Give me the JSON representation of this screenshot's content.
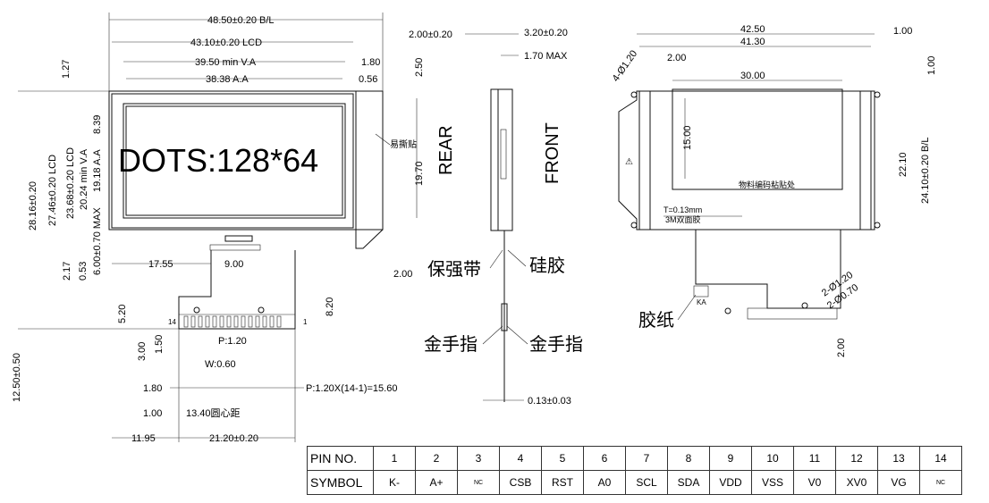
{
  "front_view": {
    "dims": {
      "bl_width": "48.50±0.20 B/L",
      "lcd_width": "43.10±0.20 LCD",
      "va_width": "39.50 min V.A",
      "aa_width": "38.38 A.A",
      "d127": "1.27",
      "d180": "1.80",
      "d250": "2.50",
      "d056": "0.56",
      "d839": "8.39",
      "d1970": "19.70",
      "h2816": "28.16±0.20",
      "h2746": "27.46±0.20 LCD",
      "h2368": "23.68±0.20 LCD",
      "h2024": "20.24 min V.A",
      "h1918": "19.18 A.A",
      "h600": "6.00±0.70 MAX",
      "d217": "2.17",
      "d053": "0.53",
      "d1755": "17.55",
      "d900": "9.00",
      "d200": "2.00",
      "d820": "8.20",
      "d520": "5.20",
      "h1250": "12.50±0.50",
      "d300": "3.00",
      "d150": "1.50",
      "pitch": "P:1.20",
      "width": "W:0.60",
      "d180b": "1.80",
      "pitch_total": "P:1.20X(14-1)=15.60",
      "d100": "1.00",
      "d1340": "13.40圆心距",
      "d1195": "11.95",
      "d2120": "21.20±0.20"
    },
    "dots_label": "DOTS:128*64",
    "tear_label": "易撕贴",
    "pin_first": "14",
    "pin_last": "1"
  },
  "side_view": {
    "rear_label": "REAR",
    "front_label": "FRONT",
    "d200": "2.00±0.20",
    "d320": "3.20±0.20",
    "d170": "1.70 MAX",
    "baoqiang": "保强带",
    "guijiao": "硅胶",
    "jinshouzhi_left": "金手指",
    "jinshouzhi_right": "金手指",
    "d013": "0.13±0.03"
  },
  "rear_view": {
    "d4250": "42.50",
    "d4130": "41.30",
    "d100": "1.00",
    "d100b": "1.00",
    "holes": "4-Ø1.20",
    "d200": "2.00",
    "d3000": "30.00",
    "d1500": "15.00",
    "d2210": "22.10",
    "d2410": "24.10±0.20 B/L",
    "barcode": "物料编码粘贴处",
    "thickness": "T=0.13mm",
    "tape": "3M双面胶",
    "ka": "KA",
    "jiaozhi": "胶纸",
    "d2hole": "2-Ø1.20",
    "d2hole2": "2-Ø0.70",
    "d200b": "2.00"
  },
  "pin_table": {
    "pin_header": "PIN NO.",
    "symbol_header": "SYMBOL",
    "pins": [
      "1",
      "2",
      "3",
      "4",
      "5",
      "6",
      "7",
      "8",
      "9",
      "10",
      "11",
      "12",
      "13",
      "14"
    ],
    "symbols": [
      "K-",
      "A+",
      "NC",
      "CSB",
      "RST",
      "A0",
      "SCL",
      "SDA",
      "VDD",
      "VSS",
      "V0",
      "XV0",
      "VG",
      "NC"
    ]
  }
}
